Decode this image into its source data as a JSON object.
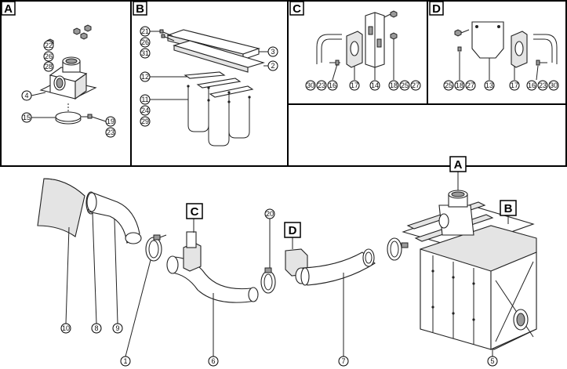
{
  "panels": [
    {
      "letter": "A",
      "callouts": [
        "22",
        "26",
        "28",
        "4",
        "15",
        "19",
        "23"
      ]
    },
    {
      "letter": "B",
      "callouts": [
        "21",
        "26",
        "31",
        "3",
        "2",
        "12",
        "11",
        "24",
        "29"
      ]
    },
    {
      "letter": "C",
      "callouts": [
        "30",
        "23",
        "16",
        "17",
        "14",
        "18",
        "25",
        "27"
      ]
    },
    {
      "letter": "D",
      "callouts": [
        "25",
        "18",
        "27",
        "13",
        "17",
        "16",
        "23",
        "30"
      ]
    }
  ],
  "main_view": {
    "section_flags": [
      "C",
      "D",
      "A",
      "B"
    ],
    "callouts": [
      "20",
      "10",
      "8",
      "9",
      "1",
      "6",
      "7",
      "5"
    ]
  }
}
